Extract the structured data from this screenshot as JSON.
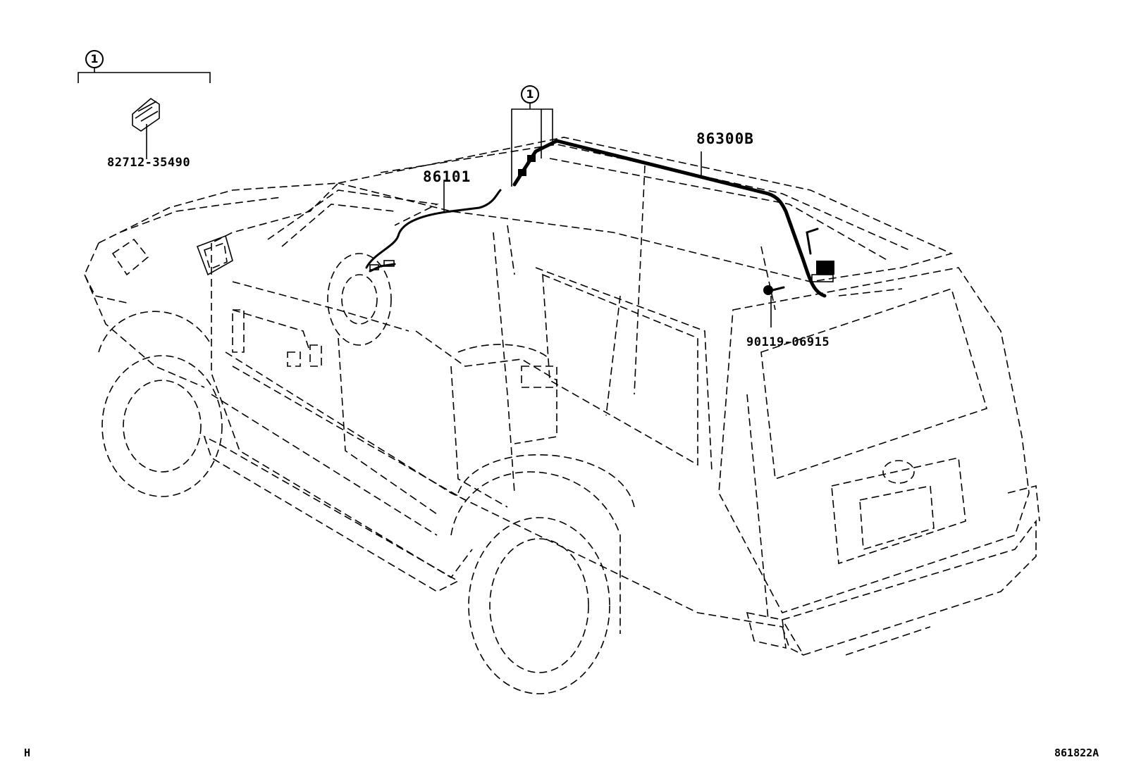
{
  "callouts": [
    {
      "label": "1"
    },
    {
      "label": "1"
    }
  ],
  "parts": {
    "relay_part": "82712-35490",
    "front_harness": "86101",
    "roof_harness": "86300B",
    "bolt": "90119-06915"
  },
  "footer": {
    "left_code": "H",
    "right_code": "861822A"
  }
}
